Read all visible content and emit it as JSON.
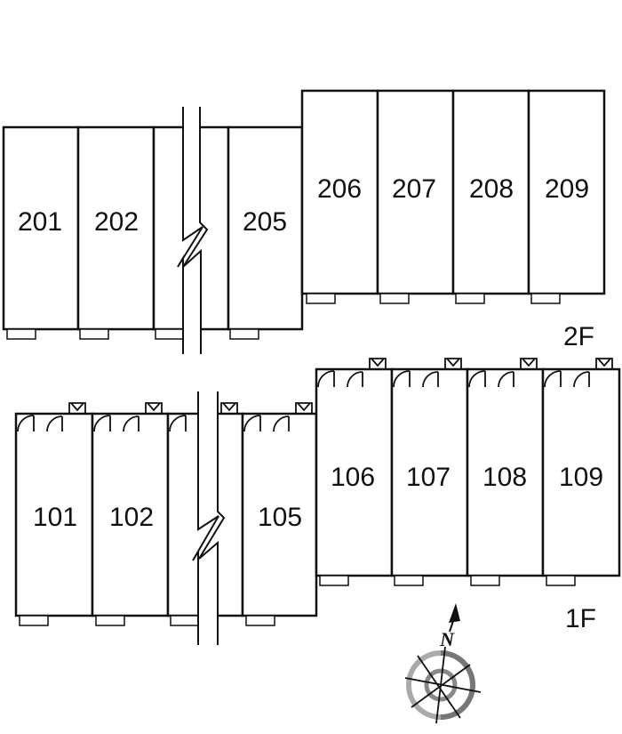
{
  "floors": {
    "second": {
      "label": "2F",
      "units": [
        "201",
        "202",
        "205",
        "206",
        "207",
        "208",
        "209"
      ]
    },
    "first": {
      "label": "1F",
      "units": [
        "101",
        "102",
        "105",
        "106",
        "107",
        "108",
        "109"
      ]
    }
  },
  "compass": {
    "north_label": "N"
  }
}
